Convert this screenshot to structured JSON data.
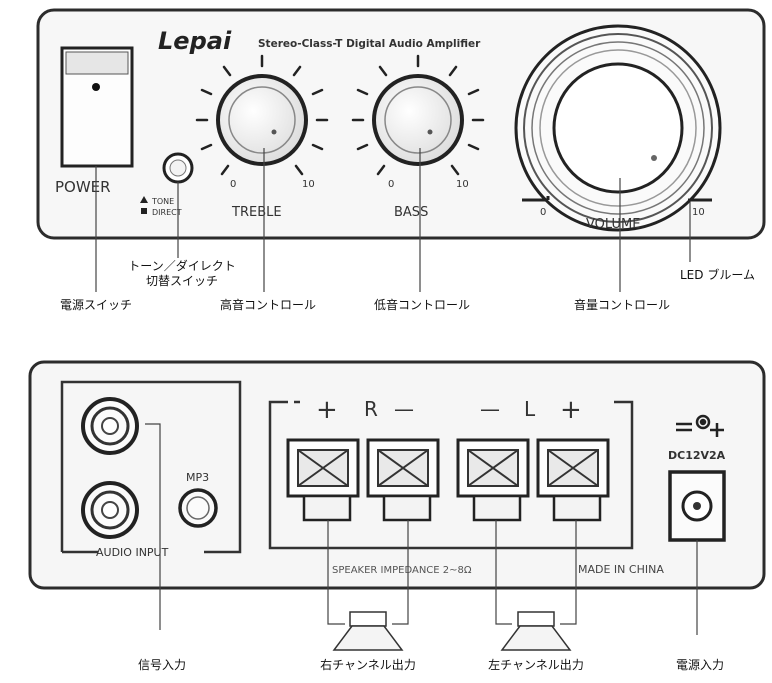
{
  "front_panel": {
    "brand": "Lepai",
    "model_subtitle": "Stereo-Class-T Digital Audio Amplifier",
    "power_label": "POWER",
    "tone_label": "TONE",
    "direct_label": "DIRECT",
    "treble": {
      "label": "TREBLE",
      "min": "0",
      "max": "10"
    },
    "bass": {
      "label": "BASS",
      "min": "0",
      "max": "10"
    },
    "volume": {
      "label": "VOLUME",
      "min": "0",
      "max": "10"
    }
  },
  "front_callouts": {
    "power_switch": "電源スイッチ",
    "tone_direct_line1": "トーン／ダイレクト",
    "tone_direct_line2": "切替スイッチ",
    "treble_control": "高音コントロール",
    "bass_control": "低音コントロール",
    "volume_control": "音量コントロール",
    "led_bloom": "LED ブルーム"
  },
  "rear_panel": {
    "audio_input_label": "AUDIO INPUT",
    "mp3_label": "MP3",
    "speaker_signs": {
      "plus": "+",
      "minus": "—",
      "r": "R",
      "l": "L"
    },
    "impedance_text": "SPEAKER IMPEDANCE 2~8Ω",
    "made_in": "MADE IN CHINA",
    "dc_label": "DC12V2A"
  },
  "rear_callouts": {
    "signal_input": "信号入力",
    "right_channel_output": "右チャンネル出力",
    "left_channel_output": "左チャンネル出力",
    "power_input": "電源入力"
  }
}
